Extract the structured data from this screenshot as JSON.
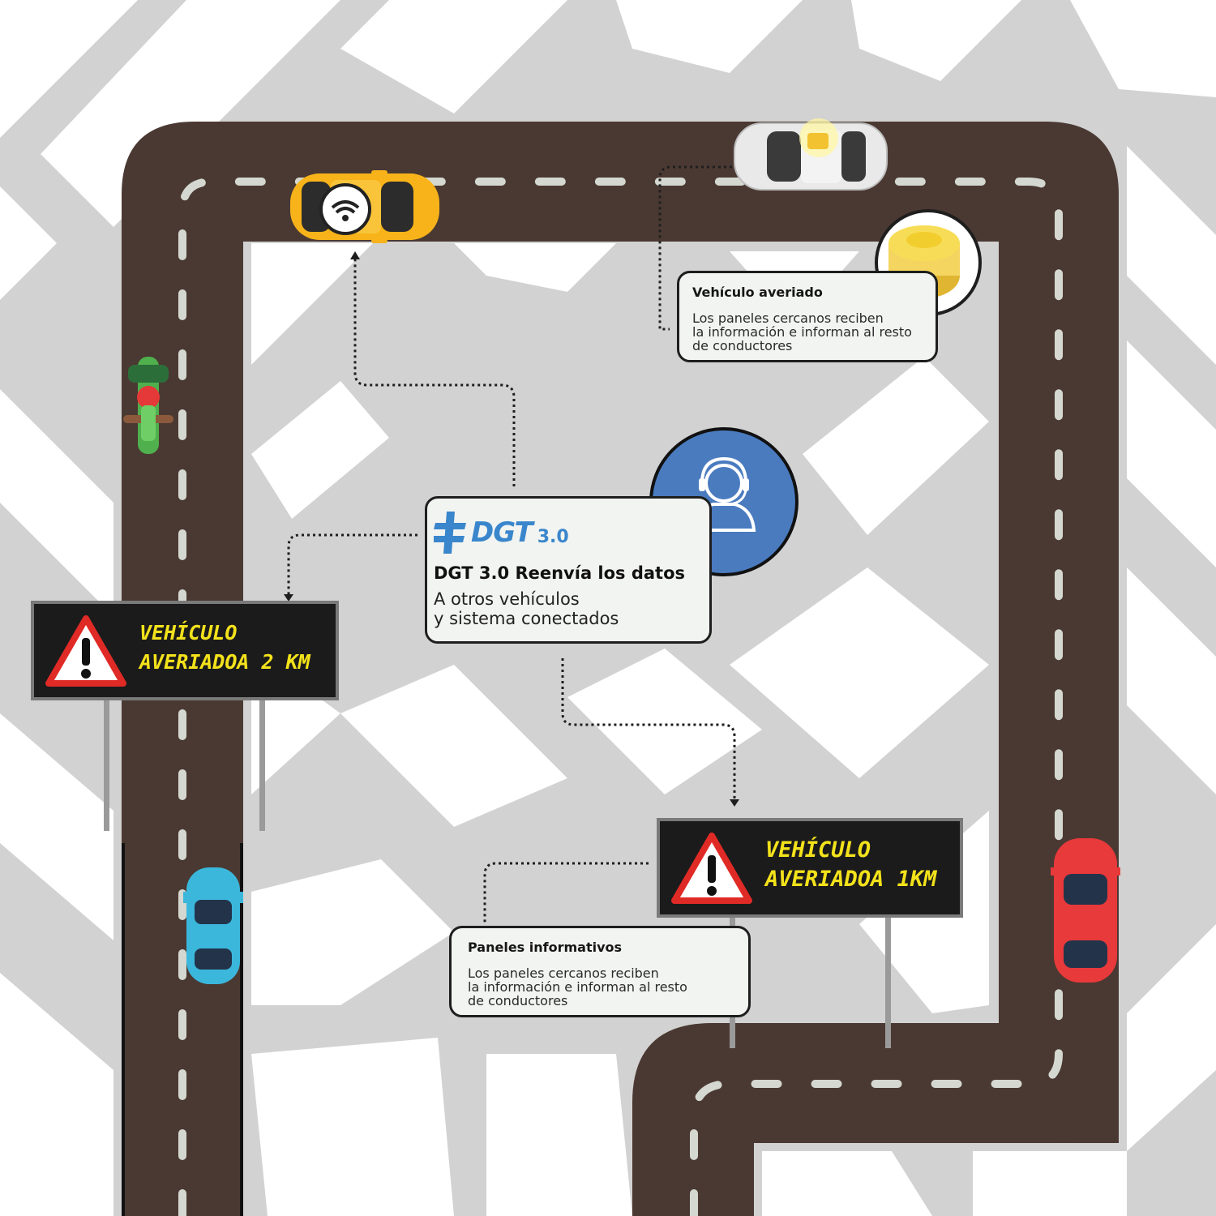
{
  "broken_vehicle_callout": {
    "title": "Vehículo averiado",
    "body": "Los paneles cercanos reciben\nla información e informan al resto\nde conductores"
  },
  "panels_callout": {
    "title": "Paneles informativos",
    "body": "Los paneles cercanos reciben\nla información e informan al resto\nde conductores"
  },
  "dgt_card": {
    "logo_word": "DGT",
    "logo_version": "3.0",
    "title": "DGT 3.0 Reenvía los datos",
    "subtitle": "A otros vehículos\ny sistema conectados"
  },
  "sign_2km": {
    "text": "VEHÍCULO\nAVERIADOA 2 KM"
  },
  "sign_1km": {
    "text": "VEHÍCULO\nAVERIADOA 1KM"
  },
  "colors": {
    "road": "#4a3932",
    "lane_mark": "#d4d8d0",
    "map_bg": "#d0d0d0",
    "map_blocks": "#ffffff",
    "dgt_blue": "#4a7bbf",
    "sign_text": "#f3e21b",
    "taxi": "#f7b319",
    "red_car": "#e8393b",
    "blue_car": "#3bb7dc"
  },
  "icons": [
    "wifi-icon",
    "operator-icon",
    "warning-icon",
    "v16-beacon-icon",
    "motorcycle-icon",
    "car-icon"
  ]
}
